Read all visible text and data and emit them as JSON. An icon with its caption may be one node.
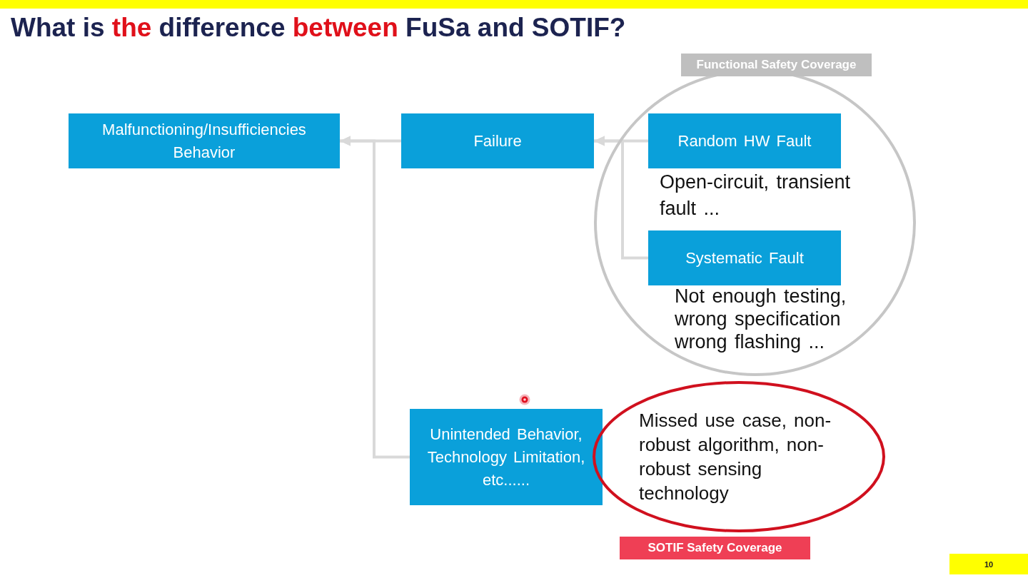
{
  "diagram": {
    "title": "What is **the** difference **between** FuSa and SOTIF?",
    "nodes": [
      {
        "text": [
          "Malfunctioning/Insufficiencies Behavior"
        ]
      },
      {
        "text": [
          "Failure"
        ]
      },
      {
        "text": [
          "Functional Safety Coverage"
        ]
      },
      {
        "text": [
          "Random HW Fault"
        ],
        "in": 2,
        "beside": [
          "Open-circuit, transient fault ..."
        ]
      },
      {
        "text": [
          "Systematic Fault"
        ],
        "in": 2,
        "beside": [
          "Not enough testing, wrong specification wrong flashing ..."
        ]
      },
      {
        "text": [
          "Unintended Behavior, Technology Limitation, etc......"
        ]
      },
      {
        "text": [
          "Missed use case, non-robust algorithm, non-robust sensing technology",
          "SOTIF Safety Coverage"
        ]
      }
    ],
    "edges": [
      {
        "from": 3,
        "to": 1,
        "arrow": "to"
      },
      {
        "from": 4,
        "to": 1,
        "arrow": "to"
      },
      {
        "from": 1,
        "to": 0,
        "arrow": "to"
      },
      {
        "from": 5,
        "to": 0,
        "arrow": "to"
      }
    ],
    "labels": [
      "10"
    ]
  }
}
